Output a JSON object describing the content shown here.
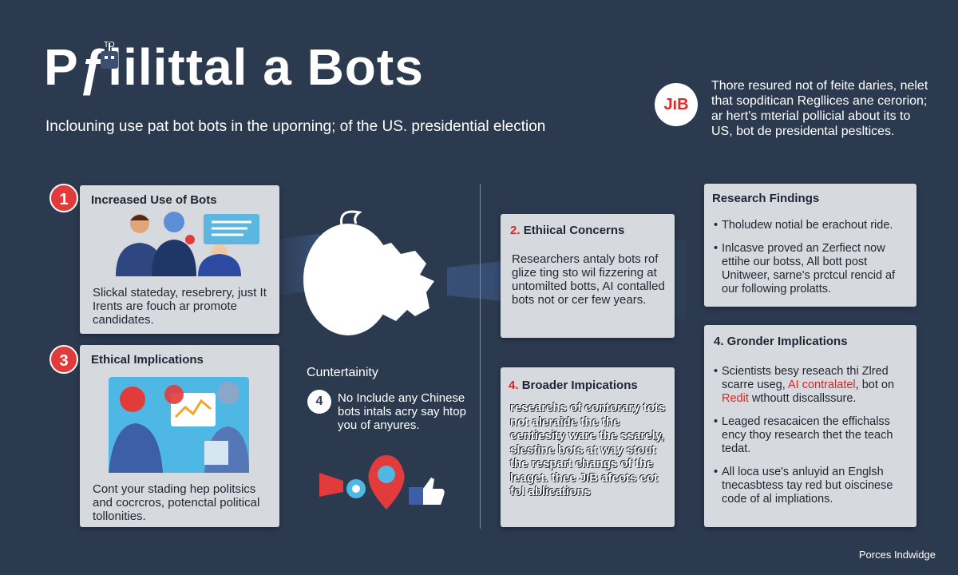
{
  "header": {
    "title": "Pƒlilittal a Bots",
    "title_mark": "TO",
    "subtitle": "Inclouning use pat bot bots in the uporning; of the US. presidential election",
    "logo_text": "JıB",
    "note": "Thore resured not of feite daries, nelet that sopditican Regllices ane cerorion; ar hert's mterial pollicial about its to US, bot de presidental pesltices."
  },
  "cards": {
    "increased_use": {
      "number": "1",
      "title": "Increased Use of Bots",
      "body": "Slickal stateday, resebrery, just It Irents are fouch ar promote candidates."
    },
    "ethical_implications": {
      "number": "3",
      "title": "Ethical Implications",
      "body": "Cont your stading hep politsics and cocrcros, potenctal political tollonities."
    },
    "ethical_concerns": {
      "number": "2.",
      "title": "Ethiical Concerns",
      "body": "Researchers antaly bots rof glize ting sto wil fizzering at untomilted botts, AI contalled bots not or cer few years."
    },
    "broader_left": {
      "number": "4.",
      "title": "Broader Impications",
      "body": "researchs of contorary tots not aleraide the the centiesity ware the ssarely, slestine bots at way stout the respart changs of the leaget. thee JıB afcots cot fol ablications"
    },
    "research_findings": {
      "title": "Research Findings",
      "items": [
        "Tholudew notial be erachout ride.",
        "Inlcasve proved an Zerfiect now ettihe our botss, All bott post Unitweer, sarne's prctcul rencid af our following prolatts."
      ]
    },
    "broader_right": {
      "title": "4. Gronder Implications",
      "items": [
        {
          "before": "Scientists besy reseach thi Zlred scarre useg, ",
          "highlight": "AI contralatel",
          "after": ", bot on ",
          "highlight2": "Redit",
          "after2": " wthoutt discallssure."
        },
        {
          "before": "Leaged resacaicen the effichalss ency thoy research thet the teach tedat."
        },
        {
          "before": "All loca use's anluyid an Englsh tnecasbtess tay red but oiscinese code of al impliations."
        }
      ]
    }
  },
  "center": {
    "label": "Cuntertainity",
    "number": "4",
    "text": "No Include any Chinese bots intals acry say htop you of anyures."
  },
  "footer": "Porces Indwidge",
  "colors": {
    "background": "#2c3a50",
    "card": "#d6d9de",
    "accent_red": "#e23b3b"
  }
}
